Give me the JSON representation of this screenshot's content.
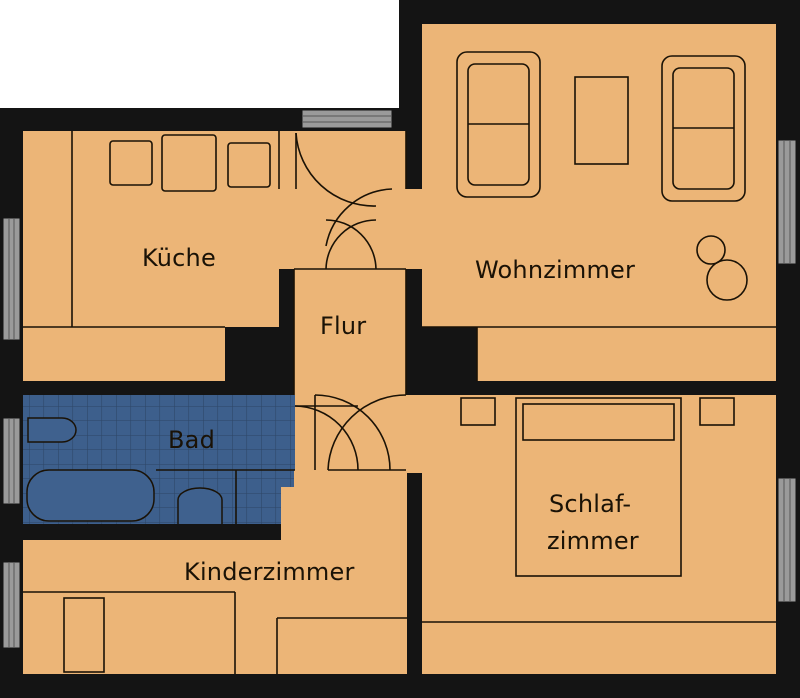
{
  "rooms": {
    "kueche": "Küche",
    "wohnzimmer": "Wohnzimmer",
    "flur": "Flur",
    "bad": "Bad",
    "schlafzimmer_line1": "Schlaf-",
    "schlafzimmer_line2": "zimmer",
    "kinderzimmer": "Kinderzimmer"
  },
  "colors": {
    "floor": "#ecb577",
    "wall": "#141414",
    "bath_floor": "#3d5f8c",
    "window": "#9a9a9a",
    "line": "#1a1206"
  }
}
